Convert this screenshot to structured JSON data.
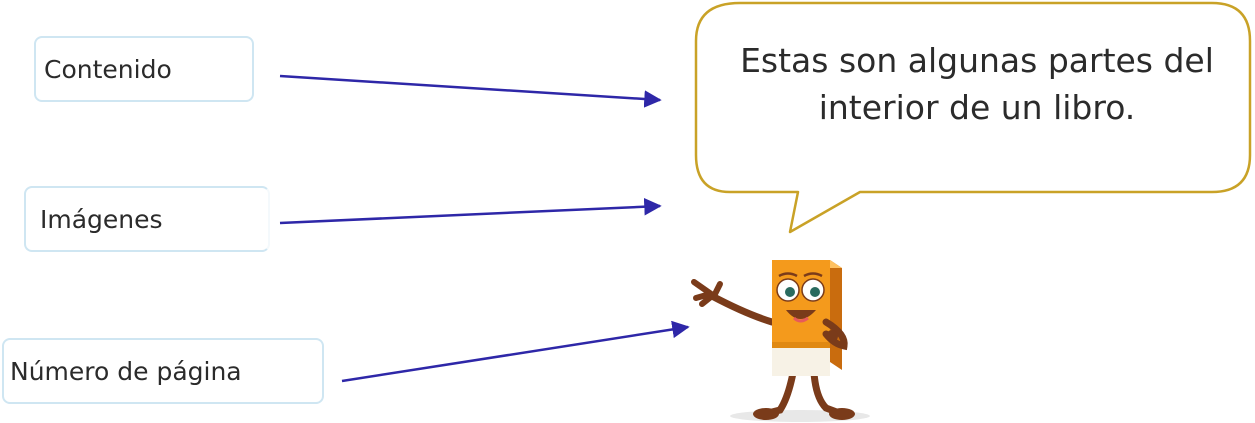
{
  "labels": {
    "contenido": "Contenido",
    "imagenes": "Imágenes",
    "numero_pagina": "Número de página"
  },
  "speech_bubble": {
    "line1": "Estas son algunas partes del",
    "line2": "interior de un libro."
  },
  "colors": {
    "label_border": "#cfe6f2",
    "arrow": "#2e27a8",
    "bubble_border": "#c9a227",
    "book_orange": "#f49a1c",
    "book_page": "#f7f2e6",
    "limb_brown": "#7a3b1a"
  },
  "icons": {
    "character": "book-character-mascot"
  }
}
